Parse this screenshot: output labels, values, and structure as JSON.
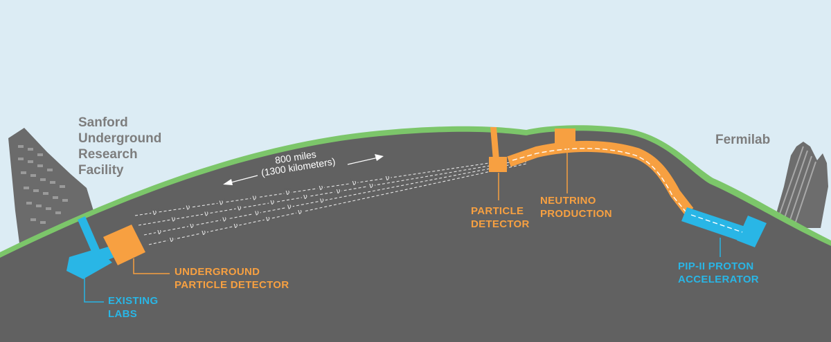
{
  "labels": {
    "sanford": [
      "Sanford",
      "Underground",
      "Research",
      "Facility"
    ],
    "fermilab": "Fermilab",
    "distance_miles": "800 miles",
    "distance_km": "(1300 kilometers)",
    "particle_detector": [
      "PARTICLE",
      "DETECTOR"
    ],
    "neutrino_production": [
      "NEUTRINO",
      "PRODUCTION"
    ],
    "underground_detector": [
      "UNDERGROUND",
      "PARTICLE DETECTOR"
    ],
    "existing_labs": [
      "EXISTING",
      "LABS"
    ],
    "pip_accelerator": [
      "PIP-II PROTON",
      "ACCELERATOR"
    ],
    "neutrino_symbol": "ν"
  },
  "colors": {
    "sky": "#dcecf4",
    "earth": "#616161",
    "grass": "#7cc66a",
    "orange": "#f7a041",
    "blue": "#29b6e6",
    "building": "#6f6f6f"
  }
}
